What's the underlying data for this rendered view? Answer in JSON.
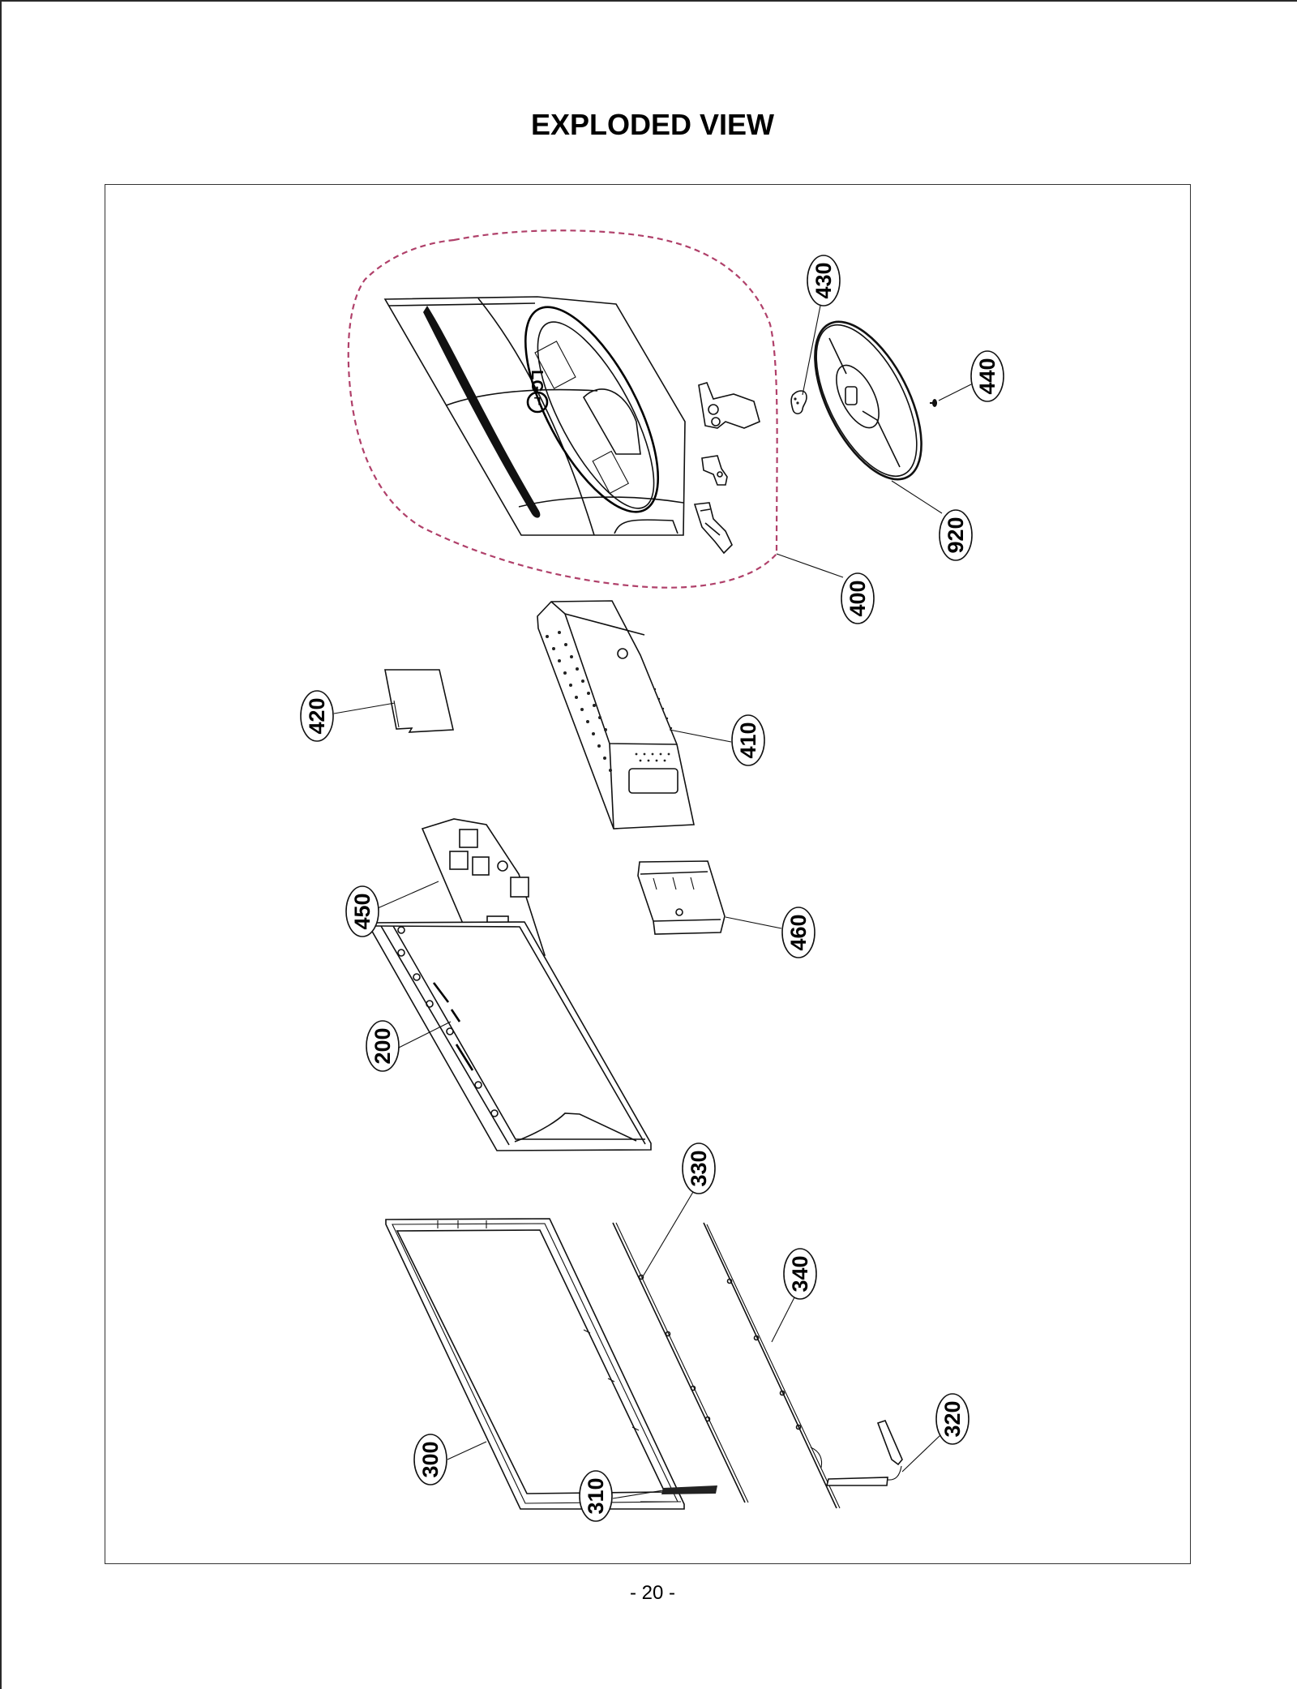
{
  "page": {
    "title": "EXPLODED VIEW",
    "page_number": "- 20 -"
  },
  "diagram": {
    "type": "exploded-view",
    "brand_logo": "LG",
    "group_outline_color": "#b0406a",
    "callouts": [
      {
        "id": "430",
        "label": "430",
        "part": "stand-hinge-cover"
      },
      {
        "id": "440",
        "label": "440",
        "part": "screw"
      },
      {
        "id": "920",
        "label": "920",
        "part": "stand-base"
      },
      {
        "id": "400",
        "label": "400",
        "part": "back-cover-assembly"
      },
      {
        "id": "420",
        "label": "420",
        "part": "small-board"
      },
      {
        "id": "410",
        "label": "410",
        "part": "power-supply-shield"
      },
      {
        "id": "450",
        "label": "450",
        "part": "main-board"
      },
      {
        "id": "460",
        "label": "460",
        "part": "bracket"
      },
      {
        "id": "200",
        "label": "200",
        "part": "lcd-panel"
      },
      {
        "id": "330",
        "label": "330",
        "part": "frame-strip"
      },
      {
        "id": "340",
        "label": "340",
        "part": "frame-strip"
      },
      {
        "id": "300",
        "label": "300",
        "part": "front-bezel"
      },
      {
        "id": "310",
        "label": "310",
        "part": "control-button"
      },
      {
        "id": "320",
        "label": "320",
        "part": "control-board"
      }
    ]
  }
}
